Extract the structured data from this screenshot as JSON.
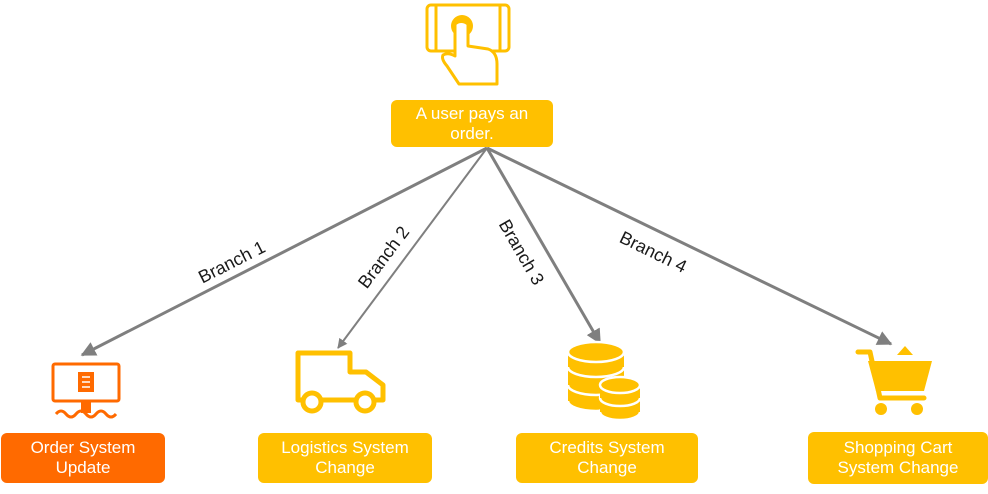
{
  "root": {
    "label": "A user pays an order.",
    "icon": "hand-tapping-phone-icon",
    "color": "#FFC000"
  },
  "branches": [
    {
      "label": "Branch 1",
      "target": "Order System Update",
      "icon": "monitor-document-icon",
      "color": "#FF6A00"
    },
    {
      "label": "Branch 2",
      "target": "Logistics System Change",
      "icon": "delivery-truck-icon",
      "color": "#FFC000"
    },
    {
      "label": "Branch 3",
      "target": "Credits System Change",
      "icon": "database-coins-icon",
      "color": "#FFC000"
    },
    {
      "label": "Branch 4",
      "target": "Shopping Cart System Change",
      "icon": "shopping-cart-icon",
      "color": "#FFC000"
    }
  ],
  "colors": {
    "line": "#7f7f7f",
    "accent": "#FFC000",
    "highlight": "#FF6A00"
  }
}
